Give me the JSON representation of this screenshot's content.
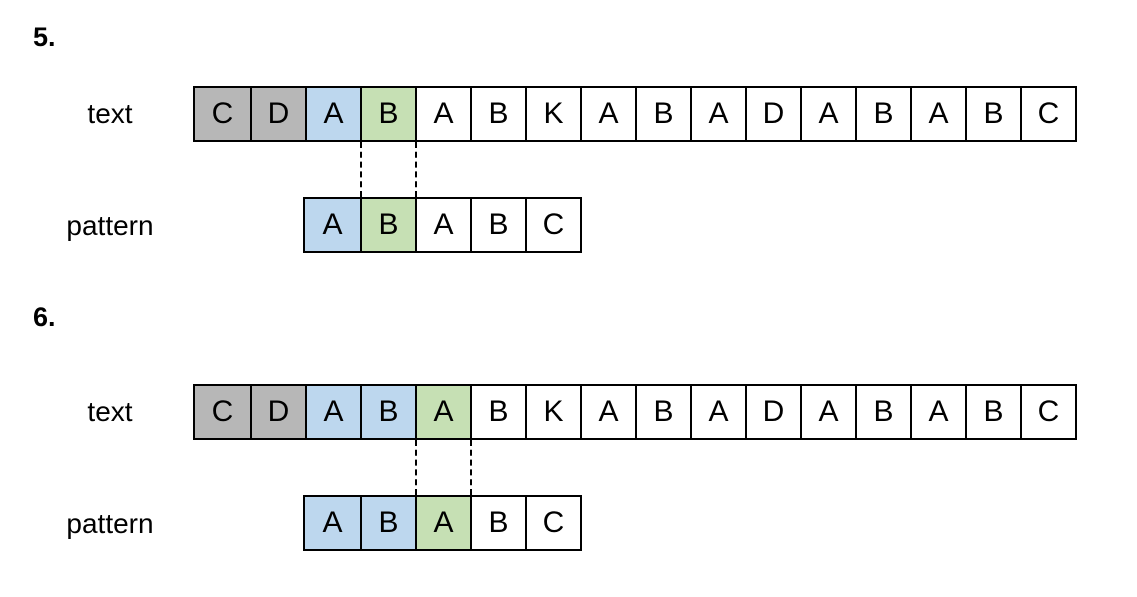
{
  "colors": {
    "gray": "#b7b7b7",
    "blue": "#bdd7ee",
    "green": "#c6e0b4",
    "white": "#ffffff",
    "line": "#000000"
  },
  "sections": [
    {
      "number": "5.",
      "text_label": "text",
      "pattern_label": "pattern",
      "text_cells": [
        {
          "ch": "C",
          "bg": "gray"
        },
        {
          "ch": "D",
          "bg": "gray"
        },
        {
          "ch": "A",
          "bg": "blue"
        },
        {
          "ch": "B",
          "bg": "green"
        },
        {
          "ch": "A",
          "bg": "white"
        },
        {
          "ch": "B",
          "bg": "white"
        },
        {
          "ch": "K",
          "bg": "white"
        },
        {
          "ch": "A",
          "bg": "white"
        },
        {
          "ch": "B",
          "bg": "white"
        },
        {
          "ch": "A",
          "bg": "white"
        },
        {
          "ch": "D",
          "bg": "white"
        },
        {
          "ch": "A",
          "bg": "white"
        },
        {
          "ch": "B",
          "bg": "white"
        },
        {
          "ch": "A",
          "bg": "white"
        },
        {
          "ch": "B",
          "bg": "white"
        },
        {
          "ch": "C",
          "bg": "white"
        }
      ],
      "pattern_cells": [
        {
          "ch": "A",
          "bg": "blue"
        },
        {
          "ch": "B",
          "bg": "green"
        },
        {
          "ch": "A",
          "bg": "white"
        },
        {
          "ch": "B",
          "bg": "white"
        },
        {
          "ch": "C",
          "bg": "white"
        }
      ],
      "pattern_offset_cells": 2,
      "dash_text_cell_index": 3
    },
    {
      "number": "6.",
      "text_label": "text",
      "pattern_label": "pattern",
      "text_cells": [
        {
          "ch": "C",
          "bg": "gray"
        },
        {
          "ch": "D",
          "bg": "gray"
        },
        {
          "ch": "A",
          "bg": "blue"
        },
        {
          "ch": "B",
          "bg": "blue"
        },
        {
          "ch": "A",
          "bg": "green"
        },
        {
          "ch": "B",
          "bg": "white"
        },
        {
          "ch": "K",
          "bg": "white"
        },
        {
          "ch": "A",
          "bg": "white"
        },
        {
          "ch": "B",
          "bg": "white"
        },
        {
          "ch": "A",
          "bg": "white"
        },
        {
          "ch": "D",
          "bg": "white"
        },
        {
          "ch": "A",
          "bg": "white"
        },
        {
          "ch": "B",
          "bg": "white"
        },
        {
          "ch": "A",
          "bg": "white"
        },
        {
          "ch": "B",
          "bg": "white"
        },
        {
          "ch": "C",
          "bg": "white"
        }
      ],
      "pattern_cells": [
        {
          "ch": "A",
          "bg": "blue"
        },
        {
          "ch": "B",
          "bg": "blue"
        },
        {
          "ch": "A",
          "bg": "green"
        },
        {
          "ch": "B",
          "bg": "white"
        },
        {
          "ch": "C",
          "bg": "white"
        }
      ],
      "pattern_offset_cells": 2,
      "dash_text_cell_index": 4
    }
  ]
}
